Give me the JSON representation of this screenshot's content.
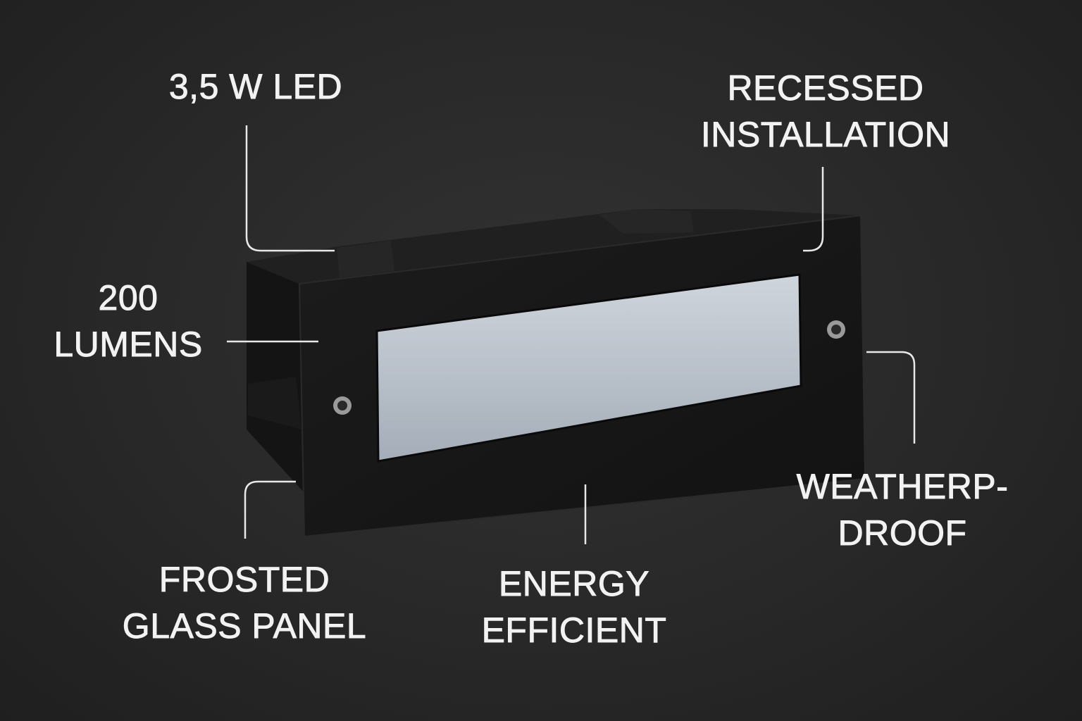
{
  "callouts": {
    "power": {
      "lines": [
        "3,5 W LED"
      ]
    },
    "installation": {
      "lines": [
        "RECESSED",
        "INSTALLATION"
      ]
    },
    "lumens": {
      "lines": [
        "200",
        "LUMENS"
      ]
    },
    "weatherproof": {
      "lines": [
        "WEATHERP-",
        "DROOF"
      ]
    },
    "glass": {
      "lines": [
        "FROSTED",
        "GLASS PANEL"
      ]
    },
    "energy": {
      "lines": [
        "ENERGY",
        "EFFICIENT"
      ]
    }
  },
  "colors": {
    "background": "#2a2a2a",
    "text": "#f2f2f2",
    "fixture": "#161616",
    "glass": "#b9c1cb"
  }
}
